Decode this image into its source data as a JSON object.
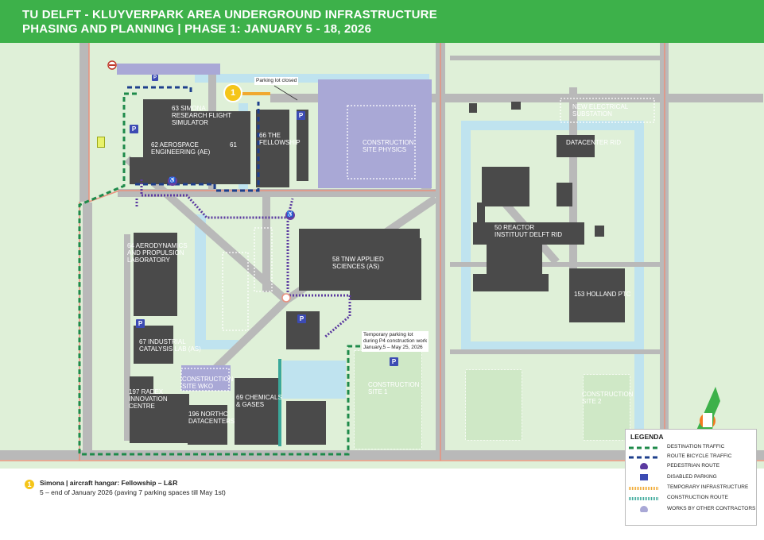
{
  "header": {
    "title_line1": "TU DELFT  -  KLUYVERPARK AREA UNDERGROUND INFRASTRUCTURE",
    "title_line2": "PHASING AND PLANNING | PHASE 1: JANUARY 5 - 18, 2026",
    "background_color": "#3db14a"
  },
  "map": {
    "buildings": {
      "b63": "63 SIMONA\nRESEARCH FLIGHT\nSIMULATOR",
      "b62": "62 AEROSPACE\nENGINEERING (AE)",
      "b61": "61",
      "b66": "66 THE\nFELLOWSHIP",
      "b64": "64 AERODYNAMICS\nAND PROPULSION\nLABORATORY",
      "b58": "58 TNW APPLIED\nSCIENCES (AS)",
      "b67": "67 INDUSTRIAL\nCATALYSIS LAB (AS)",
      "b197": "197 RADEX\nINNOVATION\nCENTRE",
      "b196": "196 NORTHC\nDATACENTERS",
      "b69": "69 CHEMICALS\n& GASES",
      "b50": "50 REACTOR\nINSTITUUT DELFT RID",
      "b153": "153 HOLLAND PTC"
    },
    "areas": {
      "physics": "CONSTRUCTION\nSITE PHYSICS",
      "wko": "CONSTRUCTION\nSITE WKO",
      "site1": "CONSTRUCTION\nSITE 1",
      "site2": "CONSTRUCTION\nSITE 2",
      "substation": "NEW ELECTRICAL\nSUBSTATION",
      "datacenter_rid": "DATACENTER RID"
    },
    "notes": {
      "parking_closed": "Parking lot closed",
      "temp_parking": "Temporary parking lot\nduring P4 construction work\nJanuary,5 – May 25, 2026"
    },
    "markers": {
      "parking": "P",
      "pedestrian": "♿",
      "phase_number": "1"
    },
    "colors": {
      "land": "#dff0d8",
      "road": "#b9b9b9",
      "water": "#bfe3ef",
      "building": "#4a4a4a",
      "works_by_others": "#a9a8d6",
      "destination_traffic": "#1e8a4a",
      "bicycle": "#1e3f8c",
      "pedestrian_route": "#5b3aa0",
      "temporary": "#f0a830"
    }
  },
  "footnote": {
    "number": "1",
    "title": "Simona | aircraft hangar: Fellowship – L&R",
    "text": "5 – end of January 2026 (paving 7 parking spaces till May 1st)"
  },
  "legend": {
    "title": "LEGENDA",
    "items": [
      {
        "label": "DESTINATION TRAFFIC",
        "symbol": "destination"
      },
      {
        "label": "ROUTE BICYCLE TRAFFIC",
        "symbol": "bicycle"
      },
      {
        "label": "PEDESTRIAN ROUTE",
        "symbol": "pedestrian"
      },
      {
        "label": "DISABLED PARKING",
        "symbol": "disabled"
      },
      {
        "label": "TEMPORARY INFRASTRUCTURE",
        "symbol": "temporary"
      },
      {
        "label": "CONSTRUCTION ROUTE",
        "symbol": "construction"
      },
      {
        "label": "WORKS BY OTHER CONTRACTORS",
        "symbol": "others"
      }
    ]
  }
}
